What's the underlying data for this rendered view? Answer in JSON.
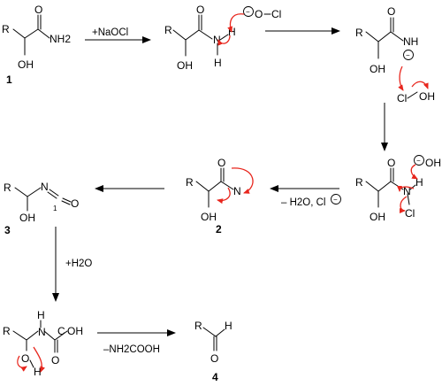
{
  "reagents": {
    "step1": "+NaOCl",
    "step_elim": "– H2O, Cl",
    "step_water": "+H2O",
    "step_final": "–NH2COOH"
  },
  "compounds": {
    "c1": "1",
    "c2": "2",
    "c3": "3",
    "c4": "4"
  },
  "atoms": {
    "R": "R",
    "OH": "OH",
    "O": "O",
    "N": "N",
    "H": "H",
    "NH2": "NH2",
    "NH": "NH",
    "Cl": "Cl",
    "C": "C",
    "minus": "−",
    "locant_1": "1"
  },
  "colors": {
    "bonds": "#000000",
    "electron_arrows": "#e8261d"
  }
}
